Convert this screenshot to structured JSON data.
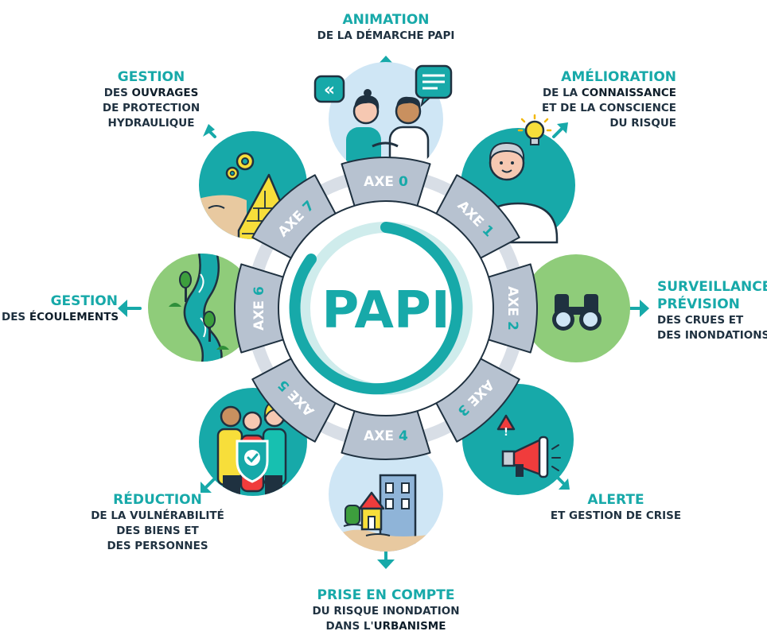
{
  "center": {
    "title": "PAPI"
  },
  "axes": [
    {
      "prefix": "AXE",
      "num": "0"
    },
    {
      "prefix": "AXE",
      "num": "1"
    },
    {
      "prefix": "AXE",
      "num": "2"
    },
    {
      "prefix": "AXE",
      "num": "3"
    },
    {
      "prefix": "AXE",
      "num": "4"
    },
    {
      "prefix": "AXE",
      "num": "5"
    },
    {
      "prefix": "AXE",
      "num": "6"
    },
    {
      "prefix": "AXE",
      "num": "7"
    }
  ],
  "labels": {
    "axe0": {
      "title": "ANIMATION",
      "l1": "DE LA DÉMARCHE PAPI"
    },
    "axe1": {
      "title": "AMÉLIORATION",
      "l1a": "DE LA ",
      "l1b": "CONNAISSANCE",
      "l2": "ET DE LA CONSCIENCE",
      "l3": "DU RISQUE"
    },
    "axe2": {
      "title": "SURVEILLANCE,",
      "title2": "PRÉVISION",
      "l1": "DES CRUES ET",
      "l2": "DES INONDATIONS"
    },
    "axe3": {
      "title": "ALERTE",
      "l1": "ET GESTION DE CRISE"
    },
    "axe4": {
      "title": "PRISE EN COMPTE",
      "l1": "DU RISQUE INONDATION",
      "l2a": "DANS L'",
      "l2b": "URBANISME"
    },
    "axe5": {
      "title": "RÉDUCTION",
      "l1": "DE LA VULNÉRABILITÉ",
      "l2": "DES BIENS ET",
      "l3": "DES PERSONNES"
    },
    "axe6": {
      "title": "GESTION",
      "l1a": "DES ",
      "l1b": "ÉCOULEMENTS"
    },
    "axe7": {
      "title": "GESTION",
      "l1a": "DES ",
      "l1b": "OUVRAGES",
      "l2": "DE PROTECTION",
      "l3": "HYDRAULIQUE"
    }
  },
  "colors": {
    "teal": "#17a9a9",
    "teal_dark": "#128f8f",
    "green": "#8fcc7a",
    "light_blue": "#cfe6f5",
    "grey_tab": "#b7c2d0",
    "ring_grey": "#d8dee6",
    "navy": "#1f3140",
    "yellow": "#f7de3a"
  }
}
